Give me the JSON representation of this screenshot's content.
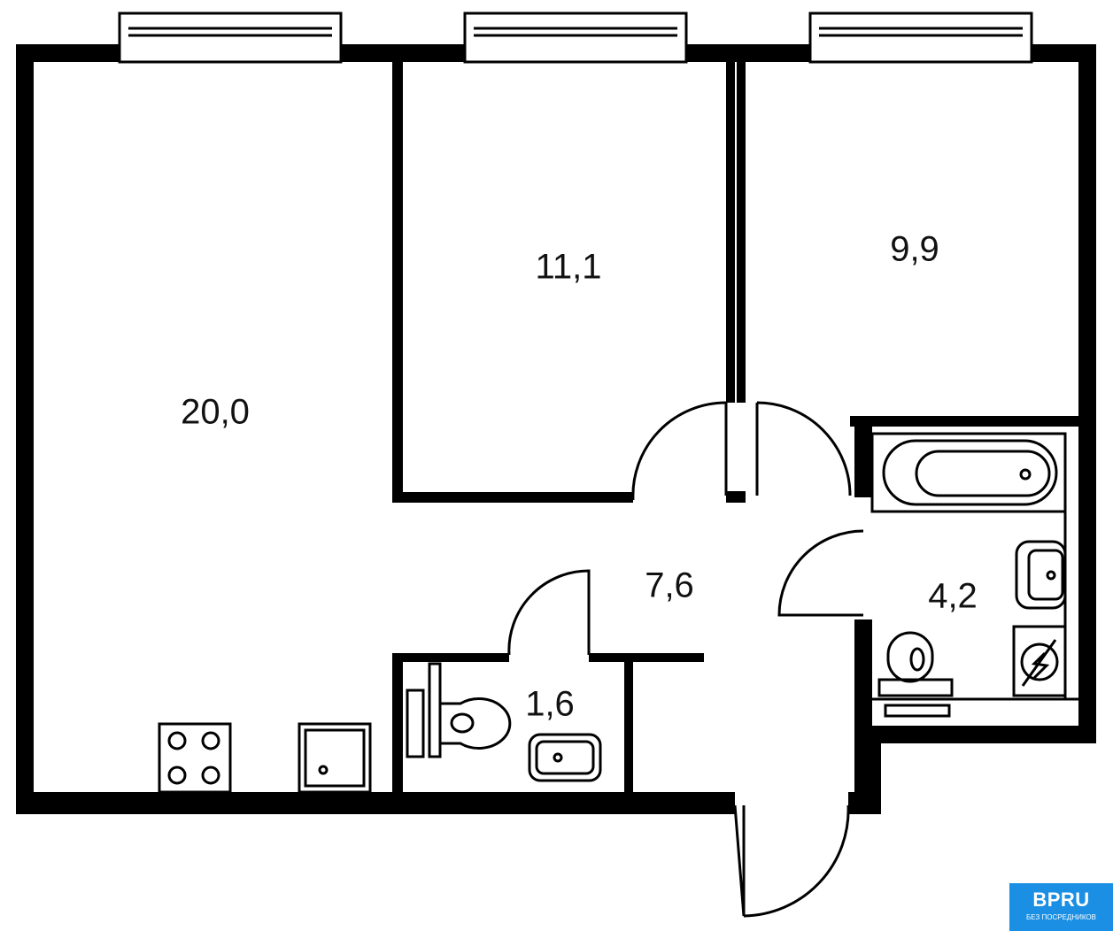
{
  "plan": {
    "rooms": [
      {
        "name": "living-kitchen",
        "area": "20,0"
      },
      {
        "name": "bedroom-1",
        "area": "11,1"
      },
      {
        "name": "bedroom-2",
        "area": "9,9"
      },
      {
        "name": "hallway",
        "area": "7,6"
      },
      {
        "name": "bathroom",
        "area": "4,2"
      },
      {
        "name": "toilet",
        "area": "1,6"
      }
    ]
  },
  "logo": {
    "brand": "BPRU",
    "tagline": "БЕЗ ПОСРЕДНИКОВ",
    "color": "#1a8fe3"
  }
}
